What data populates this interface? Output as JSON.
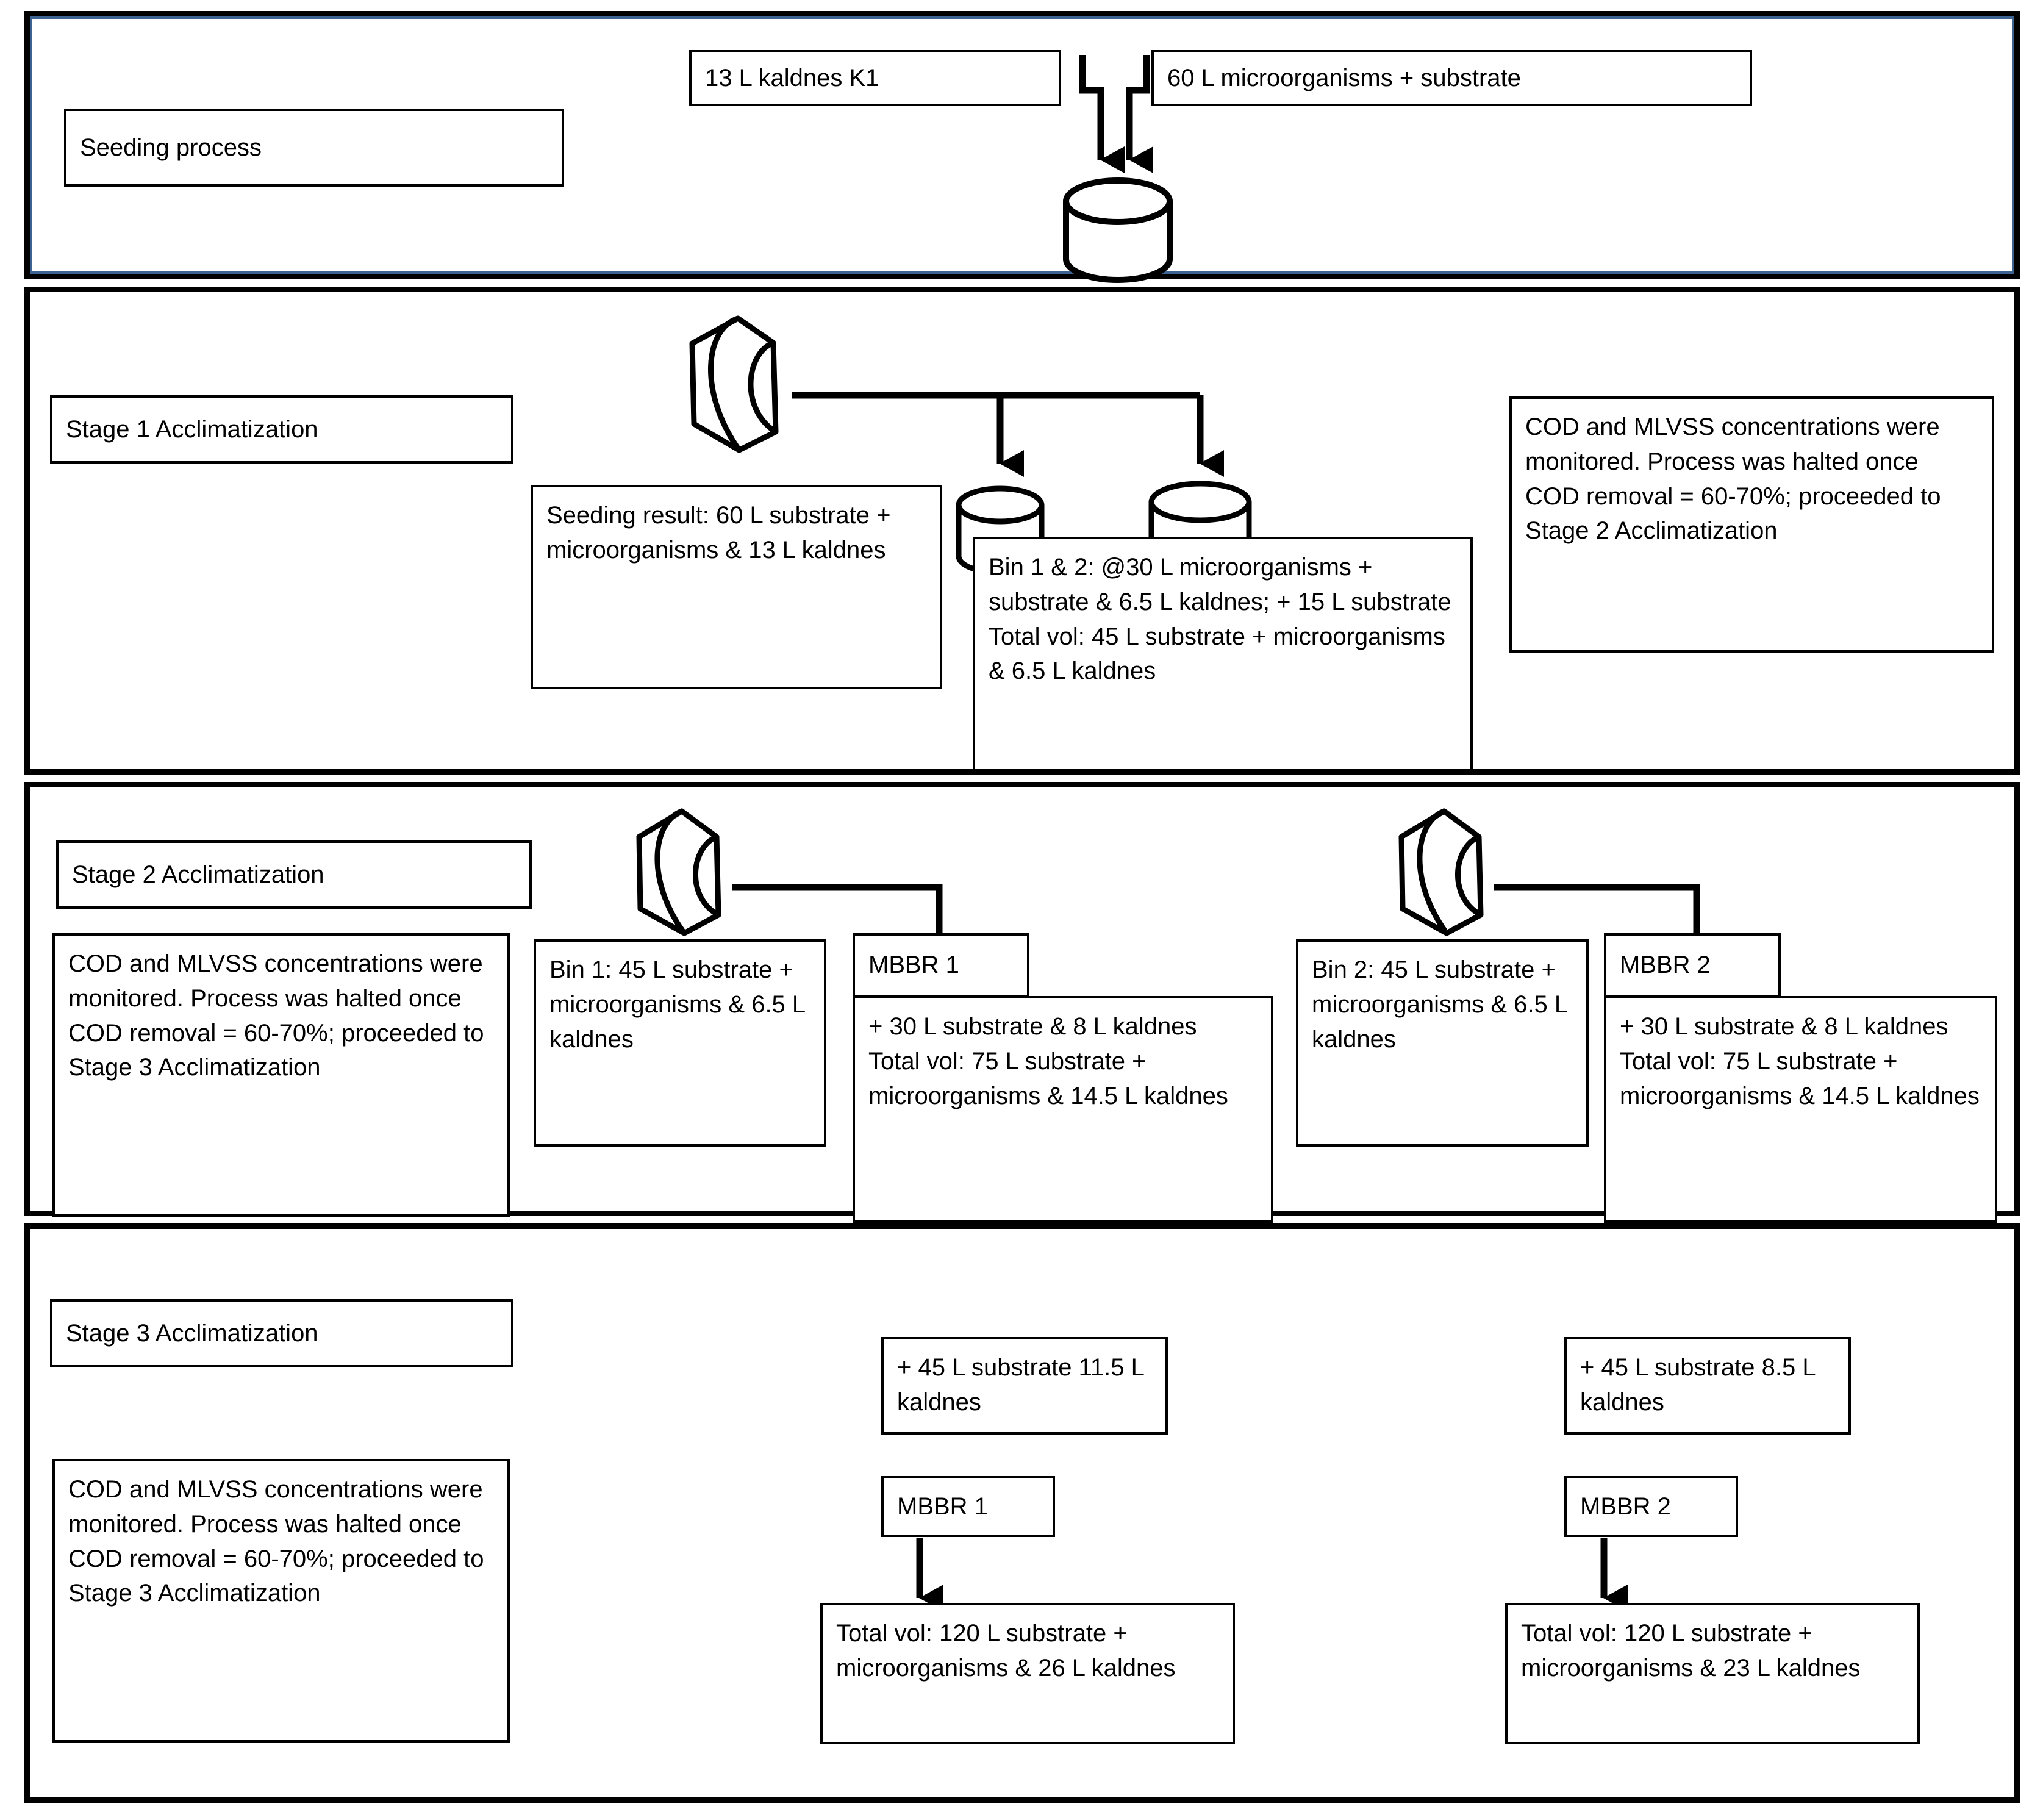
{
  "diagram": {
    "title": "MBBR seeding and three-stage acclimatization process flow",
    "sections": [
      {
        "id": "seeding",
        "label": "Seeding process"
      },
      {
        "id": "stage1",
        "label": "Stage 1 Acclimatization"
      },
      {
        "id": "stage2",
        "label": "Stage 2 Acclimatization"
      },
      {
        "id": "stage3",
        "label": "Stage 3 Acclimatization"
      }
    ]
  },
  "seeding": {
    "stage_label": "Seeding process",
    "kaldnes_input": "13 L kaldnes K1",
    "biomass_input": "60 L microorganisms + substrate"
  },
  "stage1": {
    "stage_label": "Stage 1 Acclimatization",
    "seeding_result": "Seeding result: 60 L substrate + microorganisms & 13 L kaldnes",
    "bins": "Bin 1 & 2: @30 L microorganisms + substrate & 6.5 L kaldnes; + 15 L substrate\nTotal vol: 45 L substrate + microorganisms & 6.5 L kaldnes",
    "monitoring": "COD and MLVSS concentrations were monitored. Process was halted once COD removal = 60-70%; proceeded to Stage 2 Acclimatization"
  },
  "stage2": {
    "stage_label": "Stage 2 Acclimatization",
    "monitoring": "COD and MLVSS concentrations were monitored. Process was halted once COD removal = 60-70%; proceeded to Stage 3 Acclimatization",
    "bin1": "Bin 1: 45 L substrate + microorganisms & 6.5 L kaldnes",
    "bin2": "Bin 2: 45 L substrate + microorganisms & 6.5 L kaldnes",
    "mbbr1_label": "MBBR 1",
    "mbbr2_label": "MBBR 2",
    "mbbr1_detail": "+ 30 L substrate & 8 L kaldnes\nTotal vol: 75 L substrate + microorganisms & 14.5 L kaldnes",
    "mbbr2_detail": "+ 30 L substrate & 8 L kaldnes\nTotal vol: 75 L substrate + microorganisms & 14.5 L kaldnes"
  },
  "stage3": {
    "stage_label": "Stage 3 Acclimatization",
    "monitoring": "COD and MLVSS concentrations were monitored. Process was halted once COD removal = 60-70%; proceeded to Stage 3 Acclimatization",
    "add1": "+ 45 L substrate 11.5 L kaldnes",
    "add2": "+ 45 L substrate 8.5 L kaldnes",
    "mbbr1_label": "MBBR 1",
    "mbbr2_label": "MBBR 2",
    "total1": "Total vol: 120 L substrate + microorganisms & 26 L kaldnes",
    "total2": "Total vol: 120 L substrate + microorganisms & 23 L kaldnes"
  },
  "colors": {
    "stroke": "#000000",
    "seeding_accent": "#3d6393",
    "background": "#ffffff"
  }
}
